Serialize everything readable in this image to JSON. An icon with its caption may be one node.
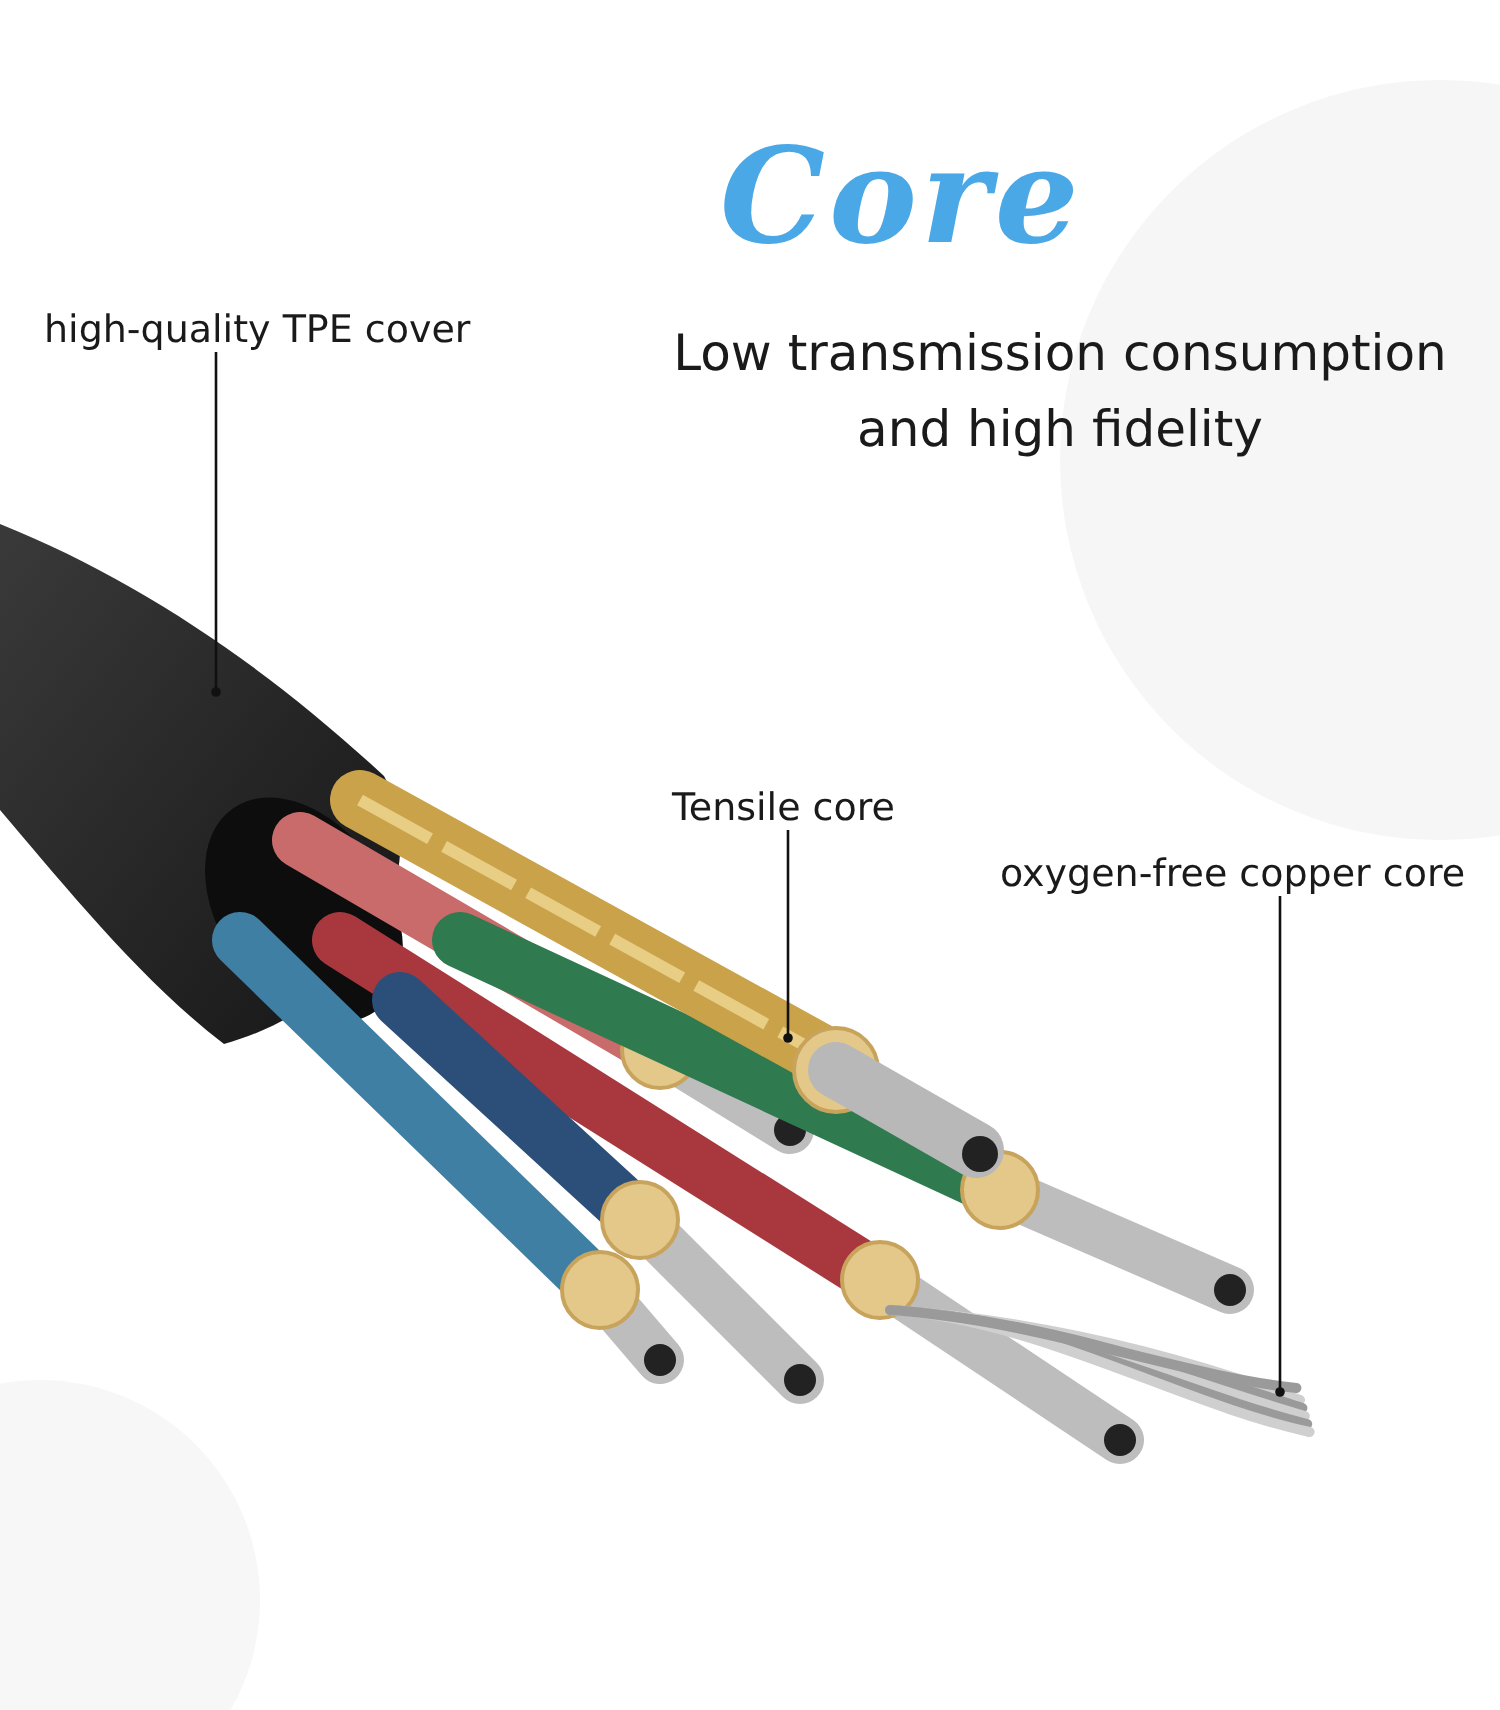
{
  "diagram": {
    "title": "Core",
    "nodes": [
      {
        "text": [
          "high-quality TPE cover"
        ]
      },
      {
        "text": [
          "Tensile core"
        ]
      },
      {
        "text": [
          "oxygen-free copper core"
        ]
      },
      {
        "text": [],
        "shape": "picture"
      },
      {
        "text": [],
        "shape": "picture"
      },
      {
        "text": [],
        "shape": "picture"
      }
    ],
    "edges": [
      {
        "from": 0,
        "to": 3,
        "arrow": "other"
      },
      {
        "from": 1,
        "to": 4,
        "arrow": "other"
      },
      {
        "from": 2,
        "to": 5,
        "arrow": "other"
      }
    ],
    "labels": [
      "Low transmission consumption and high fidelity"
    ]
  }
}
